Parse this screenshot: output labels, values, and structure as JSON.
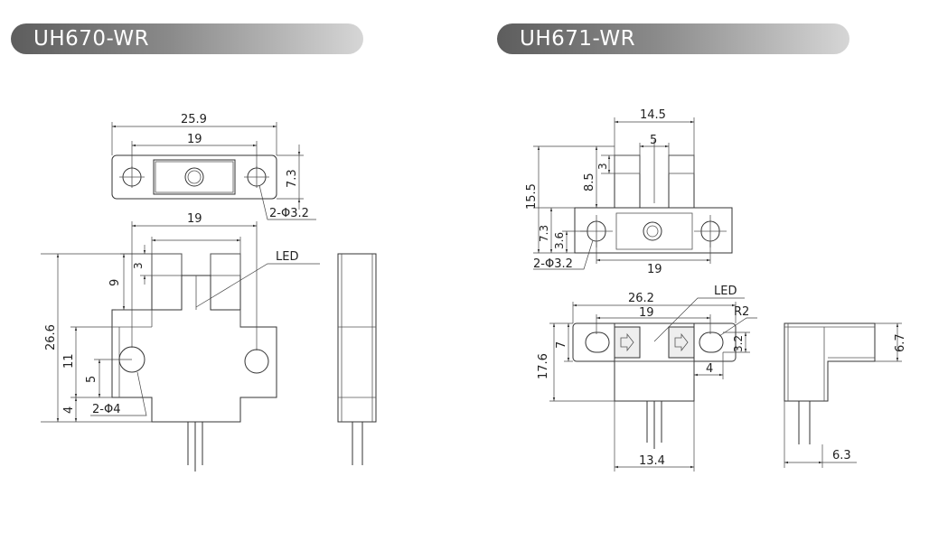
{
  "left": {
    "title": "UH670-WR",
    "top_view": {
      "overall_width": "25.9",
      "hole_pitch": "19",
      "height": "7.3",
      "holes": "2-Φ3.2"
    },
    "front_view": {
      "hole_pitch": "19",
      "slot_depth": "9",
      "arm_width": "3",
      "total_height": "26.6",
      "hole_height": "11",
      "hole_offset": "5",
      "bottom": "4",
      "holes": "2-Φ4",
      "led": "LED"
    }
  },
  "right": {
    "title": "UH671-WR",
    "front_view": {
      "width": "14.5",
      "slot": "5",
      "arm": "3",
      "upper": "8.5",
      "total_height": "15.5",
      "body_height": "7.3",
      "hole_height": "3.6",
      "holes": "2-Φ3.2",
      "hole_pitch": "19"
    },
    "top_view": {
      "overall_width": "26.2",
      "hole_pitch": "19",
      "led": "LED",
      "radius": "R2",
      "depth": "17.6",
      "flange": "7",
      "slot_width": "3.2",
      "edge": "4",
      "bottom_width": "13.4"
    },
    "side_view": {
      "height": "6.7",
      "width": "6.3"
    }
  }
}
